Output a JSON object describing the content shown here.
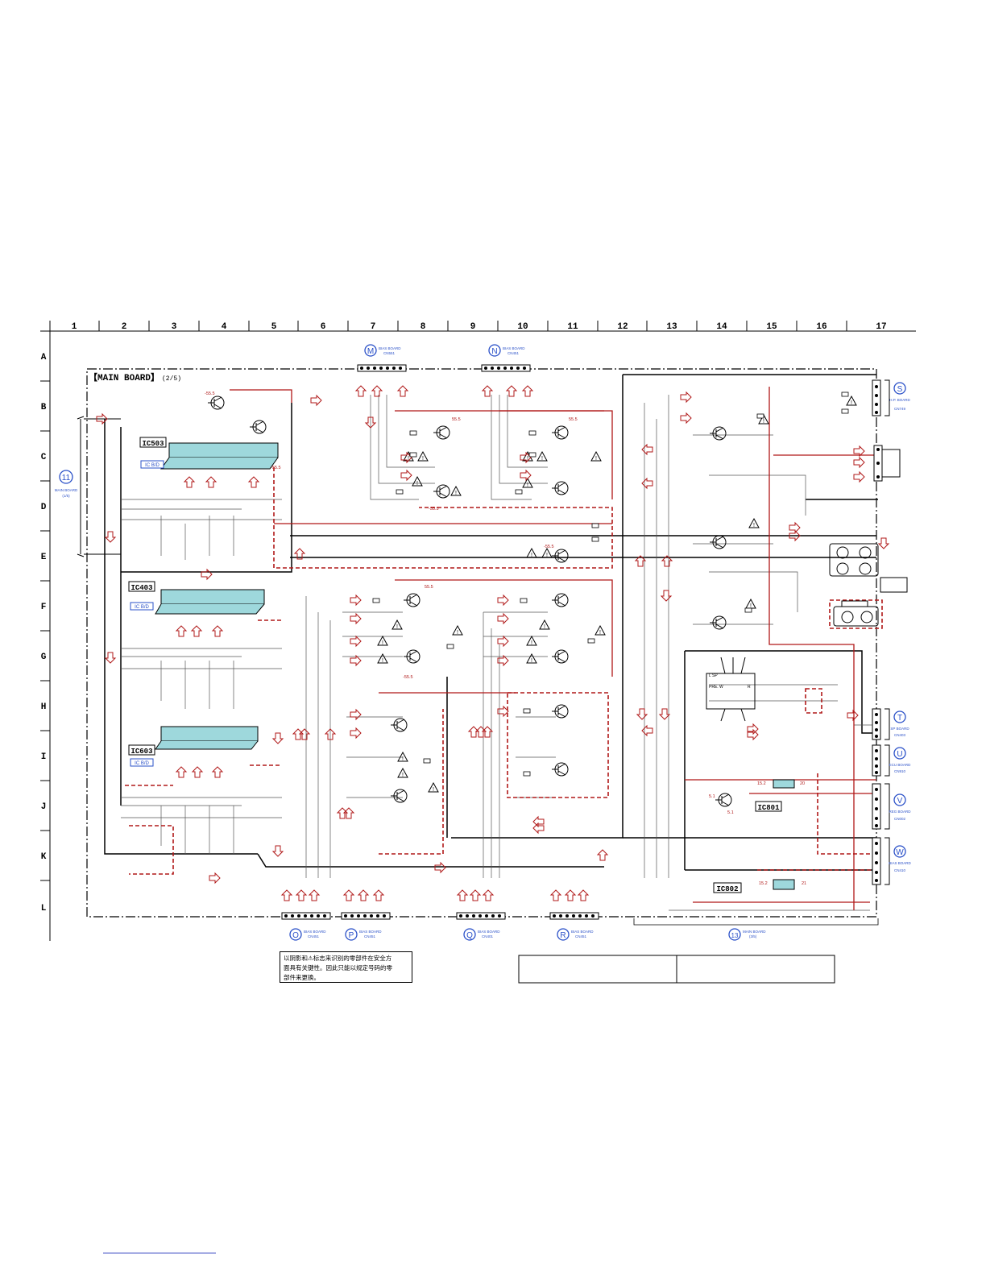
{
  "board_title": "【MAIN BOARD】",
  "board_page": "(2/5)",
  "columns": [
    "1",
    "2",
    "3",
    "4",
    "5",
    "6",
    "7",
    "8",
    "9",
    "10",
    "11",
    "12",
    "13",
    "14",
    "15",
    "16",
    "17"
  ],
  "rows": [
    "A",
    "B",
    "C",
    "D",
    "E",
    "F",
    "G",
    "H",
    "I",
    "J",
    "K",
    "L"
  ],
  "ics": [
    {
      "name": "IC503",
      "tag": "IC B/D"
    },
    {
      "name": "IC403",
      "tag": "IC B/D"
    },
    {
      "name": "IC603",
      "tag": "IC B/D"
    },
    {
      "name": "IC801",
      "tag": ""
    },
    {
      "name": "IC802",
      "tag": ""
    }
  ],
  "connectors": [
    {
      "id": "M",
      "label": "BIAS BOARD",
      "ref": "CN551"
    },
    {
      "id": "N",
      "label": "BIAS BOARD",
      "ref": "CN451"
    },
    {
      "id": "O",
      "label": "BIAS BOARD",
      "ref": "CN451"
    },
    {
      "id": "P",
      "label": "BIAS BOARD",
      "ref": "CN451"
    },
    {
      "id": "Q",
      "label": "BIAS BOARD",
      "ref": "CN401"
    },
    {
      "id": "R",
      "label": "BIAS BOARD",
      "ref": "CN451"
    },
    {
      "id": "S",
      "label": "H.P. BOARD",
      "ref": "CN749"
    },
    {
      "id": "T",
      "label": "SP BOARD",
      "ref": "CN403"
    },
    {
      "id": "U",
      "label": "ECU BOARD",
      "ref": "CN910"
    },
    {
      "id": "V",
      "label": "REG BOARD",
      "ref": "CN002"
    },
    {
      "id": "W",
      "label": "BIAS BOARD",
      "ref": "CN410"
    },
    {
      "id": "11",
      "label": "MAIN BOARD",
      "ref": "(1/5)"
    },
    {
      "id": "13",
      "label": "MAIN BOARD",
      "ref": "(3/5)"
    }
  ],
  "voltages": [
    "-55.5",
    "-55.5",
    "55.5",
    "-55.5",
    "55.5",
    "-55.5",
    "55.5",
    "-55.5",
    "15.2",
    "5.1",
    "20",
    "15.2",
    "5.1",
    "21"
  ],
  "switch_labels": [
    "L SP",
    "PRE. W",
    "R"
  ],
  "note_lines": [
    "以阴影和⚠标志来识别的零部件在安全方",
    "面具有关键性。因此只能以规定号码的零",
    "部件来更换。"
  ],
  "colors": {
    "trace": "#000000",
    "signal": "#b01818",
    "ic_fill": "#9ed8dc",
    "connector_fill": "#2a50c8"
  }
}
